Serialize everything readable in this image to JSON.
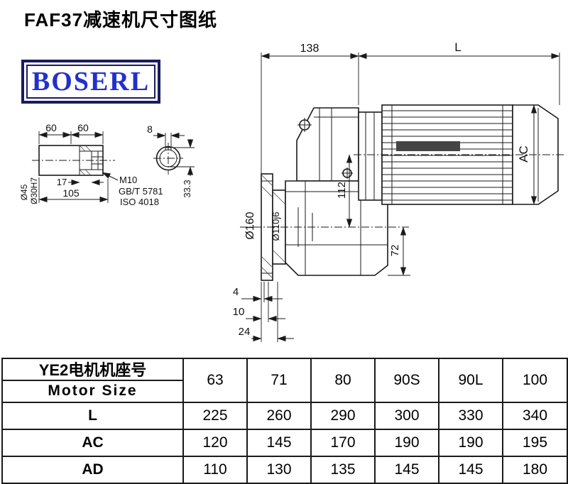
{
  "page": {
    "title": "FAF37减速机尺寸图纸",
    "logo_text": "BOSERL"
  },
  "drawing": {
    "top": {
      "dim_138": "138",
      "dim_L": "L"
    },
    "motor": {
      "dim_AC": "AC"
    },
    "gearbox": {
      "dim_112": "112",
      "dim_72": "72",
      "dim_flange_od": "Ø160",
      "dim_spigot": "Ø110j6"
    },
    "bottom": {
      "dim_4": "4",
      "dim_10": "10",
      "dim_24": "24"
    },
    "shaft": {
      "dim_60_left": "60",
      "dim_60_right": "60",
      "dim_17": "17",
      "dim_105": "105",
      "dim_d45": "Ø45",
      "dim_d30": "Ø30H7",
      "note_thread": "M10",
      "note_std1": "GB/T 5781",
      "note_std2": "ISO 4018"
    },
    "section": {
      "dim_8": "8",
      "dim_33": "33.3"
    }
  },
  "table": {
    "header_cn": "YE2电机机座号",
    "header_en": "Motor Size",
    "sizes": [
      "63",
      "71",
      "80",
      "90S",
      "90L",
      "100"
    ],
    "rows": [
      {
        "label": "L",
        "values": [
          "225",
          "260",
          "290",
          "300",
          "330",
          "340"
        ]
      },
      {
        "label": "AC",
        "values": [
          "120",
          "145",
          "170",
          "190",
          "190",
          "195"
        ]
      },
      {
        "label": "AD",
        "values": [
          "110",
          "130",
          "135",
          "145",
          "145",
          "180"
        ]
      }
    ]
  }
}
